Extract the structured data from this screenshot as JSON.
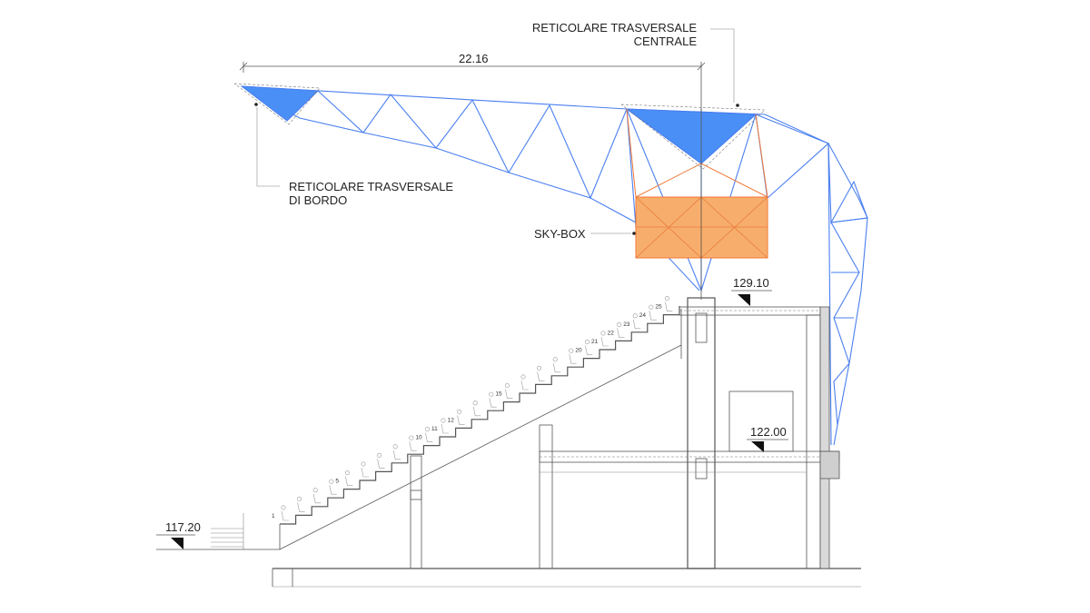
{
  "labels": {
    "span_dimension": "22.16",
    "central_truss_line1": "RETICOLARE TRASVERSALE",
    "central_truss_line2": "CENTRALE",
    "edge_truss_line1": "RETICOLARE TRASVERSALE",
    "edge_truss_line2": "DI BORDO",
    "skybox": "SKY-BOX"
  },
  "levels": {
    "top": "129.10",
    "mid": "122.00",
    "ground": "117.20"
  },
  "row_numbers": [
    "1",
    "5",
    "10",
    "11",
    "12",
    "15",
    "20",
    "21",
    "22",
    "23",
    "24",
    "25"
  ],
  "colors": {
    "truss": "#4a7ff0",
    "truss_fill": "#4a8ff5",
    "skybox": "#f7ae6c",
    "skybox_stroke": "#f07838"
  }
}
